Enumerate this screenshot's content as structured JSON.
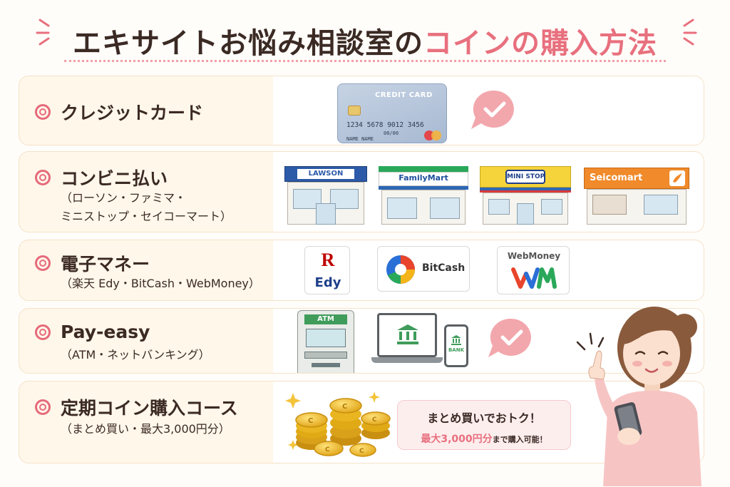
{
  "title": {
    "part1": "エキサイトお悩み相談室の",
    "part2": "コインの購入方法"
  },
  "colors": {
    "accent_pink": "#e8707e",
    "text_dark": "#3b2a24",
    "row_bg": "#fff7ea"
  },
  "methods": [
    {
      "label": "クレジットカード",
      "card": {
        "title": "CREDIT CARD",
        "number": "1234 5678 9012 3456",
        "expiry": "00/00",
        "name": "NAME NAME"
      }
    },
    {
      "label": "コンビニ払い",
      "sub_line1": "（ローソン・ファミマ・",
      "sub_line2": "ミニストップ・セイコーマート）",
      "stores": [
        "LAWSON",
        "FamilyMart",
        "MINI STOP",
        "Seicomart"
      ]
    },
    {
      "label": "電子マネー",
      "sub_line1": "（楽天 Edy・BitCash・WebMoney）",
      "logos": {
        "edy_r": "R",
        "edy": "Edy",
        "bitcash": "BitCash",
        "webmoney": "WebMoney",
        "webmoney_mark": "WM"
      }
    },
    {
      "label": "Pay-easy",
      "sub_line1": "（ATM・ネットバンキング）",
      "atm_label": "ATM",
      "bank_label": "BANK"
    },
    {
      "label": "定期コイン購入コース",
      "sub_line1": "（まとめ買い・最大3,000円分）",
      "promo_line1": "まとめ買いでおトク！",
      "promo_line2_strong": "最大3,000円分",
      "promo_line2_small": "まで購入可能！"
    }
  ]
}
